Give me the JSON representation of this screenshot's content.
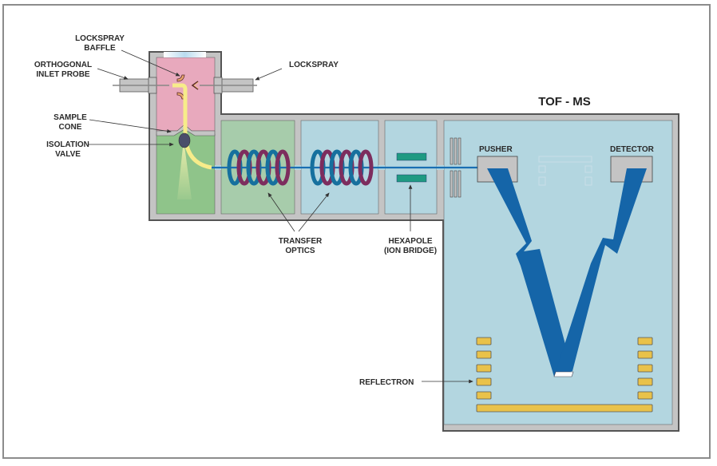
{
  "title": "TOF - MS",
  "labels": {
    "lockspray_baffle": [
      "LOCKSPRAY",
      "BAFFLE"
    ],
    "orthogonal_inlet_probe": [
      "ORTHOGONAL",
      "INLET PROBE"
    ],
    "lockspray": "LOCKSPRAY",
    "sample_cone": [
      "SAMPLE",
      "CONE"
    ],
    "isolation_valve": [
      "ISOLATION",
      "VALVE"
    ],
    "transfer_optics": [
      "TRANSFER",
      "OPTICS"
    ],
    "hexapole": [
      "HEXAPOLE",
      "(ION BRIDGE)"
    ],
    "pusher": "PUSHER",
    "detector": "DETECTOR",
    "reflectron": "REFLECTRON"
  },
  "colors": {
    "housing": "#c4c4c4",
    "source_chamber": "#e8a9bd",
    "low_vacuum": "#8fc48a",
    "transfer_chamber": "#a7ccab",
    "high_vacuum": "#b3d6e0",
    "ion_beam": "#1565a8",
    "coil_blue": "#16709e",
    "coil_purple": "#7d2d5e",
    "hexapole_rod": "#1f9a82",
    "reflectron_plate": "#e9c24a",
    "spray": "#f7ec8a"
  }
}
